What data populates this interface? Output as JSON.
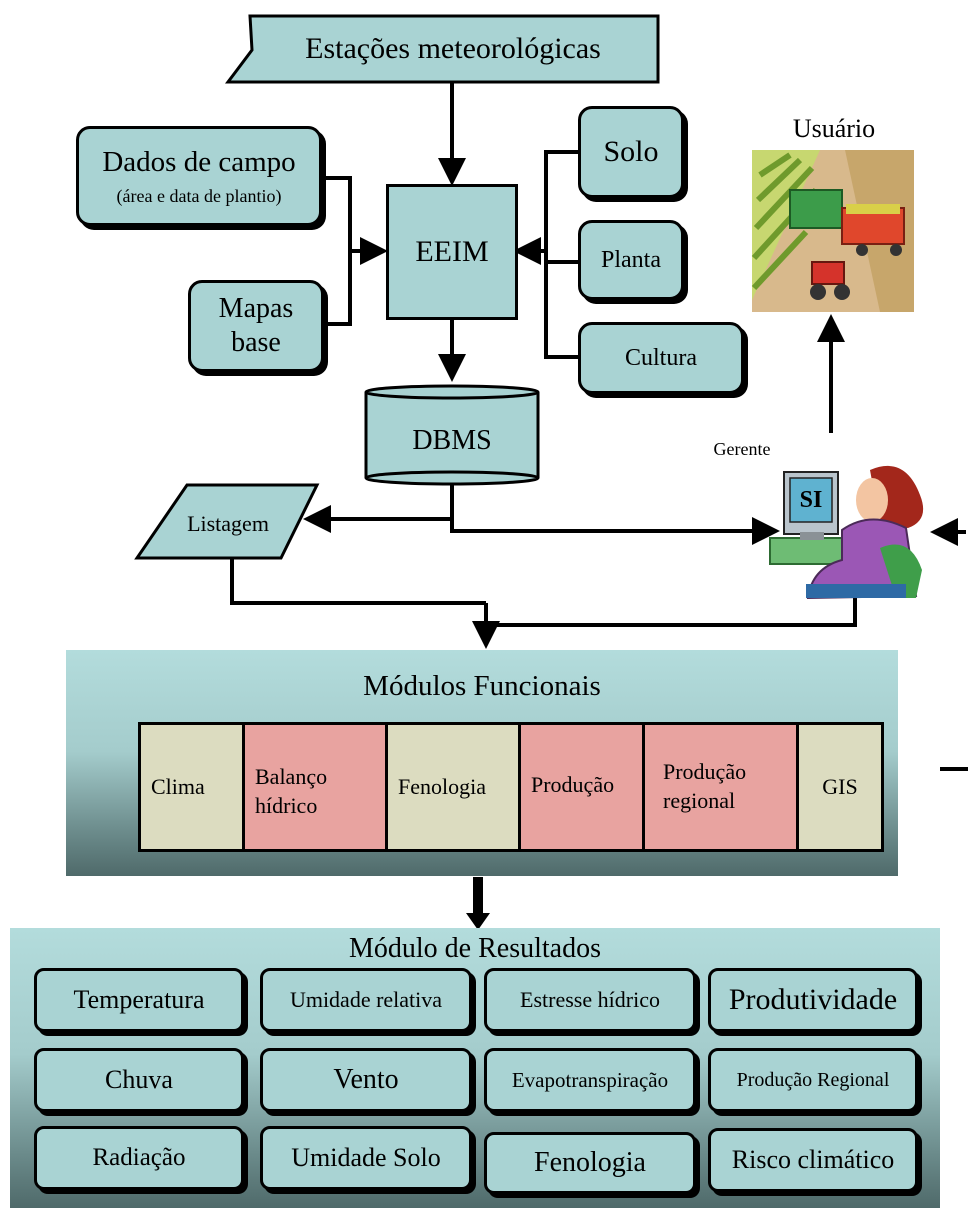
{
  "top": {
    "stations": "Estações meteorológicas",
    "field_data": "Dados de campo",
    "field_data_sub": "(área e data de plantio)",
    "base_maps": "Mapas base",
    "eeim": "EEIM",
    "solo": "Solo",
    "planta": "Planta",
    "cultura": "Cultura",
    "dbms": "DBMS",
    "listagem": "Listagem",
    "usuario": "Usuário",
    "gerente": "Gerente",
    "si": "SI"
  },
  "functional": {
    "title": "Módulos Funcionais",
    "cells": [
      {
        "label": "Clima",
        "color": "#dcdcc0"
      },
      {
        "label": "Balanço hídrico",
        "color": "#e8a3a0"
      },
      {
        "label": "Fenologia",
        "color": "#dcdcc0"
      },
      {
        "label": "Produção",
        "color": "#e8a3a0"
      },
      {
        "label": "Produção regional",
        "color": "#e8a3a0"
      },
      {
        "label": "GIS",
        "color": "#dcdcc0"
      }
    ]
  },
  "results": {
    "title": "Módulo de Resultados",
    "items": [
      "Temperatura",
      "Umidade relativa",
      "Estresse hídrico",
      "Produtividade",
      "Chuva",
      "Vento",
      "Evapotranspiração",
      "Produção Regional",
      "Radiação",
      "Umidade Solo",
      "Fenologia",
      "Risco climático"
    ]
  },
  "colors": {
    "box_fill": "#a9d3d3",
    "pink": "#e8a3a0",
    "beige": "#dcdcc0"
  }
}
